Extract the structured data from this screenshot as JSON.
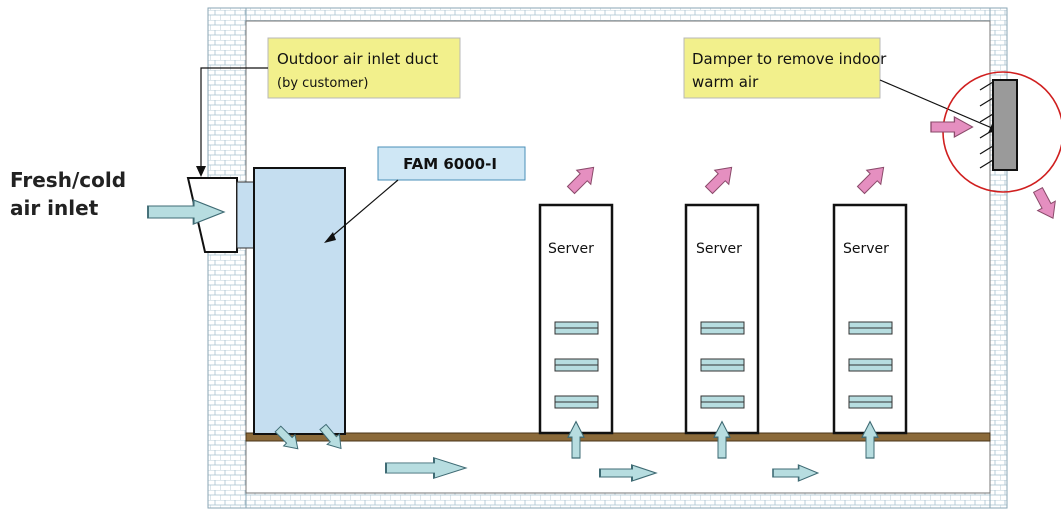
{
  "labels": {
    "fresh_inlet_line1": "Fresh/cold",
    "fresh_inlet_line2": "air inlet",
    "outdoor_duct_line1": "Outdoor air inlet duct",
    "outdoor_duct_line2": "(by customer)",
    "damper_line1": "Damper to remove indoor",
    "damper_line2": "warm air",
    "fam_unit": "FAM 6000-I"
  },
  "servers": [
    {
      "label": "Server"
    },
    {
      "label": "Server"
    },
    {
      "label": "Server"
    }
  ],
  "colors": {
    "cold_air": "#b7dde0",
    "warm_air": "#e58fc0",
    "note_fill": "#f2f08c",
    "fam_fill": "#c5def0",
    "floor": "#8b6a3a",
    "highlight_circle": "#d01f1f",
    "damper": "#9a9a9a"
  }
}
